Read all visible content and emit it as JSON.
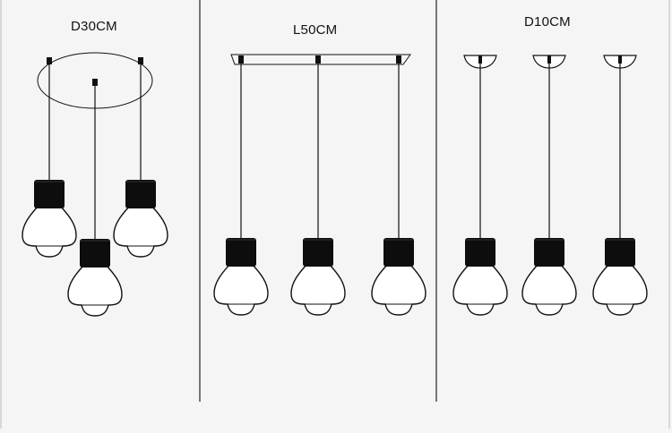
{
  "labels": {
    "round": "D30CM",
    "linear": "L50CM",
    "single": "D10CM"
  },
  "layout_variants": [
    {
      "name": "round-canopy-cluster",
      "size_label": "D30CM",
      "lamp_count": 3
    },
    {
      "name": "linear-bar-canopy",
      "size_label": "L50CM",
      "lamp_count": 3
    },
    {
      "name": "individual-dome-canopies",
      "size_label": "D10CM",
      "lamp_count": 3
    }
  ],
  "colors": {
    "background": "#f5f5f5",
    "line": "#111111",
    "shade_cap": "#0d0d0d",
    "glass": "#ffffff",
    "divider": "#222222"
  }
}
